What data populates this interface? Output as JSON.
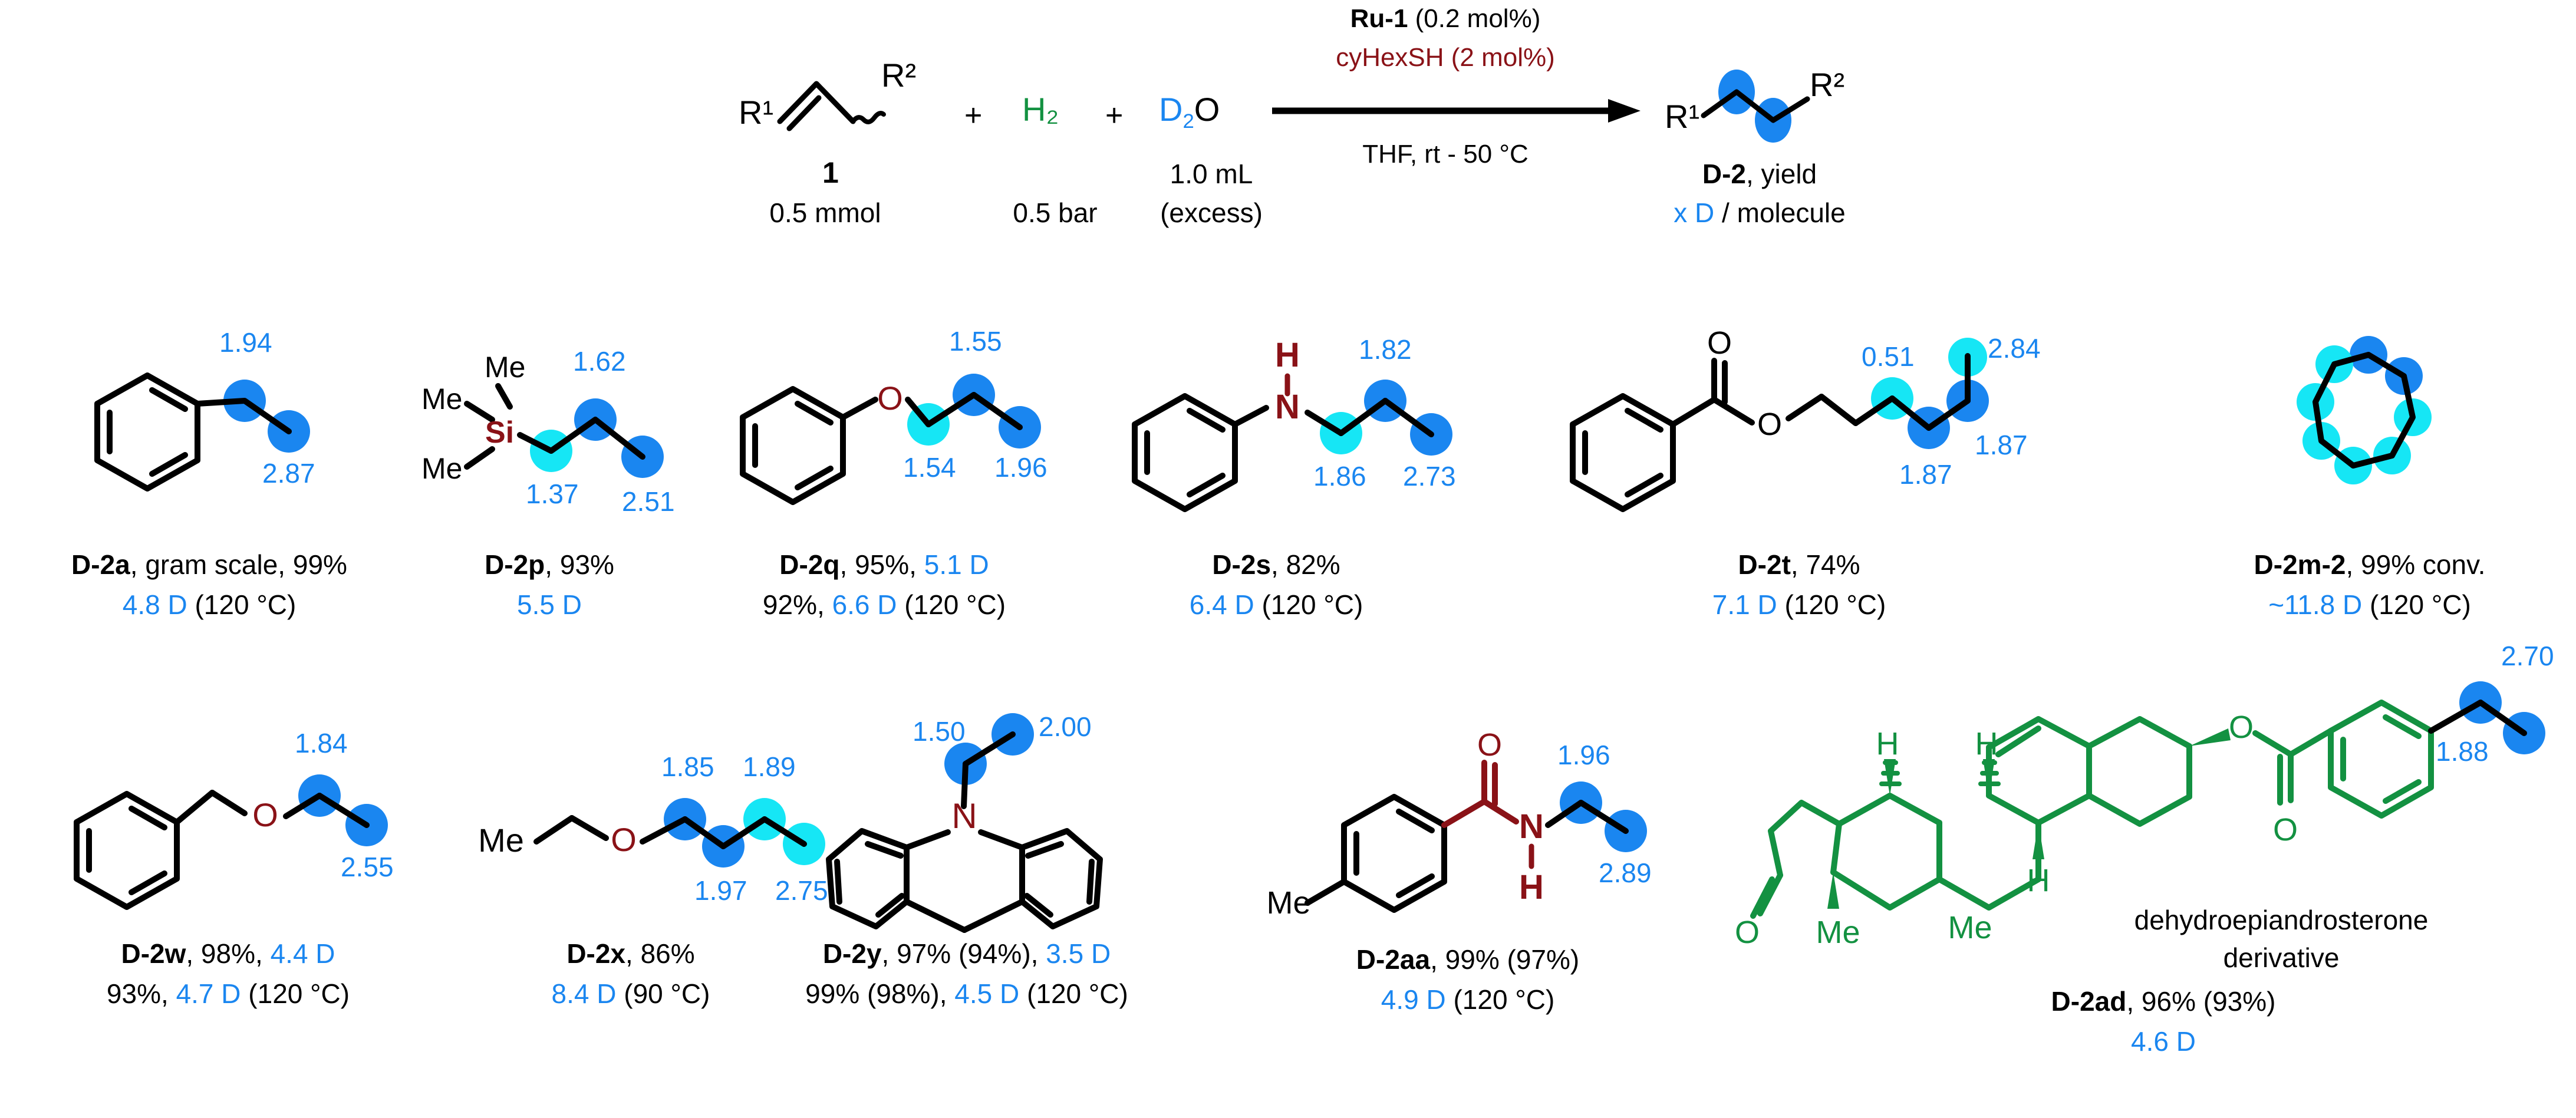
{
  "scheme": {
    "substrate_label": "R¹",
    "substrate_label2": "R²",
    "substrate_name": "1",
    "substrate_amount": "0.5 mmol",
    "plus1": "+",
    "plus2": "+",
    "h2": "H₂",
    "h2_amount": "0.5 bar",
    "d2o_d": "D",
    "d2o_sub": "2",
    "d2o_o": "O",
    "d2o_amount": "1.0 mL",
    "d2o_excess": "(excess)",
    "cond_catalyst_bold": "Ru-1",
    "cond_catalyst_rest": " (0.2 mol%)",
    "cond_thiol": "cyHexSH (2 mol%)",
    "cond_solvent": "THF, rt - 50 °C",
    "product_label1": "R¹",
    "product_label2": "R²",
    "product_name_bold": "D-2",
    "product_name_rest": ", yield",
    "product_d_pre": "x D",
    "product_d_post": " / molecule"
  },
  "colors": {
    "deuterium_dark": "#1a86f0",
    "deuterium_light": "#16e6f5",
    "heteroatom_red": "#8a1217",
    "steroid_green": "#139141",
    "label_blue": "#1a86f0",
    "h2_green": "#139141",
    "bond_black": "#000000"
  },
  "products": [
    {
      "id": "D-2a",
      "name_bold": "D-2a",
      "caption_line1_rest": ", gram scale, 99%",
      "caption_line2_blue": "4.8 D",
      "caption_line2_black": " (120 °C)",
      "d_labels": [
        "1.94",
        "2.87"
      ]
    },
    {
      "id": "D-2p",
      "name_bold": "D-2p",
      "caption_line1_rest": ", 93%",
      "caption_line2_blue": "5.5 D",
      "caption_line2_black": "",
      "substituents": [
        "Me",
        "Me",
        "Me"
      ],
      "center_atom": "Si",
      "d_labels": [
        "1.62",
        "1.37",
        "2.51"
      ]
    },
    {
      "id": "D-2q",
      "name_bold": "D-2q",
      "caption_line1_rest": ", 95%, ",
      "caption_line1_blue": "5.1 D",
      "caption_line2_black": "92%, ",
      "caption_line2_blue": "6.6 D",
      "caption_line2_black2": " (120 °C)",
      "hetero": "O",
      "d_labels": [
        "1.55",
        "1.54",
        "1.96"
      ]
    },
    {
      "id": "D-2s",
      "name_bold": "D-2s",
      "caption_line1_rest": ", 82%",
      "caption_line2_blue": "6.4 D",
      "caption_line2_black": " (120 °C)",
      "hetero_h": "H",
      "hetero_n": "N",
      "d_labels": [
        "1.82",
        "1.86",
        "2.73"
      ]
    },
    {
      "id": "D-2t",
      "name_bold": "D-2t",
      "caption_line1_rest": ", 74%",
      "caption_line2_blue": "7.1 D",
      "caption_line2_black": " (120 °C)",
      "hetero_o_carbonyl": "O",
      "hetero_o_ester": "O",
      "d_labels": [
        "0.51",
        "2.84",
        "1.87",
        "1.87"
      ]
    },
    {
      "id": "D-2m-2",
      "name_bold": "D-2m-2",
      "caption_line1_rest": ", 99% conv.",
      "caption_line2_blue": "~11.8 D",
      "caption_line2_black": " (120 °C)",
      "d_labels": []
    },
    {
      "id": "D-2w",
      "name_bold": "D-2w",
      "caption_line1_rest": ", 98%, ",
      "caption_line1_blue": "4.4 D",
      "caption_line2_black": "93%, ",
      "caption_line2_blue": "4.7 D",
      "caption_line2_black2": " (120 °C)",
      "hetero": "O",
      "d_labels": [
        "1.84",
        "2.55"
      ]
    },
    {
      "id": "D-2x",
      "name_bold": "D-2x",
      "caption_line1_rest": ", 86%",
      "caption_line2_blue": "8.4 D",
      "caption_line2_black": " (90 °C)",
      "terminal": "Me",
      "hetero": "O",
      "d_labels": [
        "1.85",
        "1.89",
        "1.97",
        "2.75"
      ]
    },
    {
      "id": "D-2y",
      "name_bold": "D-2y",
      "caption_line1_rest": ", 97% (94%), ",
      "caption_line1_blue": "3.5 D",
      "caption_line2_black": "99% (98%), ",
      "caption_line2_blue": "4.5 D",
      "caption_line2_black2": " (120 °C)",
      "hetero": "N",
      "d_labels": [
        "1.50",
        "2.00"
      ]
    },
    {
      "id": "D-2aa",
      "name_bold": "D-2aa",
      "caption_line1_rest": ", 99% (97%)",
      "caption_line2_blue": "4.9 D",
      "caption_line2_black": " (120 °C)",
      "terminal": "Me",
      "hetero_o": "O",
      "hetero_n": "N",
      "hetero_h": "H",
      "d_labels": [
        "1.96",
        "2.89"
      ]
    },
    {
      "id": "D-2ad",
      "name_bold": "D-2ad",
      "caption_line1_rest": ", 96% (93%)",
      "caption_line2_blue": "4.6 D",
      "caption_line2_black": "",
      "annotation_line1": "dehydroepiandrosterone",
      "annotation_line2": "derivative",
      "stereo_h1": "H",
      "stereo_h2": "H",
      "stereo_h3": "H",
      "me1": "Me",
      "me2": "Me",
      "hetero_o_ester": "O",
      "hetero_o_carbonyl": "O",
      "hetero_o_ketone": "O",
      "d_labels": [
        "2.70",
        "1.88"
      ]
    }
  ]
}
